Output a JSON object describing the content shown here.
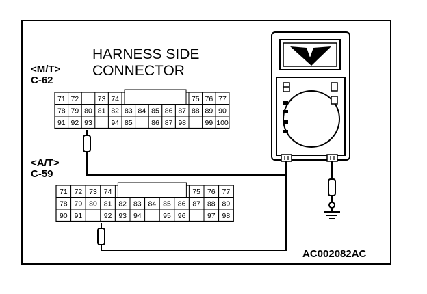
{
  "title": {
    "line1": "HARNESS SIDE",
    "line2": "CONNECTOR"
  },
  "connectors": [
    {
      "id": "mt",
      "variant": "<M/T>",
      "code": "C-62",
      "rows": [
        [
          "71",
          "72",
          "",
          "73",
          "74",
          "",
          "",
          "",
          "",
          "",
          "75",
          "76",
          "77"
        ],
        [
          "78",
          "79",
          "80",
          "81",
          "82",
          "83",
          "84",
          "85",
          "86",
          "87",
          "88",
          "89",
          "90"
        ],
        [
          "91",
          "92",
          "93",
          "",
          "94",
          "85",
          "",
          "86",
          "87",
          "98",
          "",
          "99",
          "100"
        ]
      ]
    },
    {
      "id": "at",
      "variant": "<A/T>",
      "code": "C-59",
      "rows": [
        [
          "71",
          "72",
          "73",
          "74",
          "",
          "",
          "",
          "",
          "",
          "75",
          "76",
          "77"
        ],
        [
          "78",
          "79",
          "80",
          "81",
          "82",
          "83",
          "84",
          "85",
          "86",
          "87",
          "88",
          "89"
        ],
        [
          "90",
          "91",
          "",
          "92",
          "93",
          "94",
          "",
          "95",
          "96",
          "",
          "97",
          "98"
        ]
      ]
    }
  ],
  "meter": {
    "symbol": "V"
  },
  "figure_code": "AC002082AC"
}
